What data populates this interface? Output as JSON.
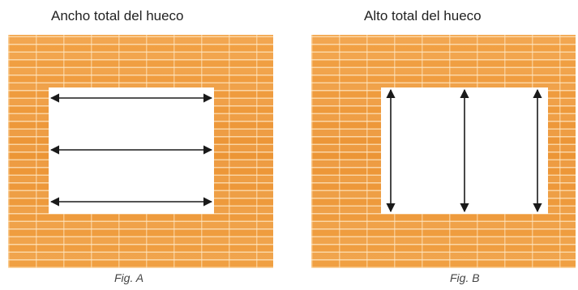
{
  "figures": [
    {
      "title": "Ancho total del hueco",
      "caption": "Fig. A",
      "wall_color": "#ee9a3c",
      "arrow_orientation": "horizontal",
      "arrow_count": 3
    },
    {
      "title": "Alto total del hueco",
      "caption": "Fig. B",
      "wall_color": "#ee9a3c",
      "arrow_orientation": "vertical",
      "arrow_count": 3
    }
  ]
}
